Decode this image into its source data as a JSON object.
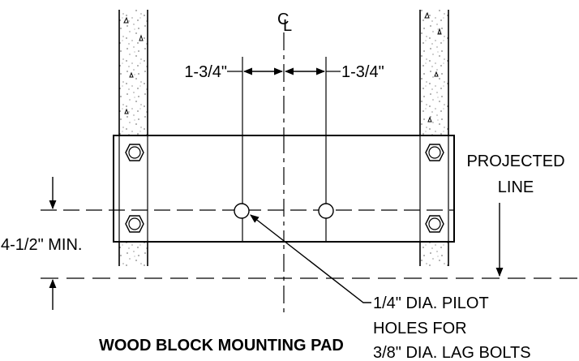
{
  "diagram": {
    "title": "WOOD BLOCK MOUNTING PAD",
    "centerline_mark": "C",
    "centerline_sub": "L",
    "dim_left": "1-3/4\"",
    "dim_right": "1-3/4\"",
    "dim_vertical": "4-1/2\" MIN.",
    "projected_line": [
      "PROJECTED",
      "LINE"
    ],
    "pilot_note": [
      "1/4\" DIA. PILOT",
      "HOLES FOR",
      "3/8\" DIA. LAG BOLTS"
    ]
  }
}
